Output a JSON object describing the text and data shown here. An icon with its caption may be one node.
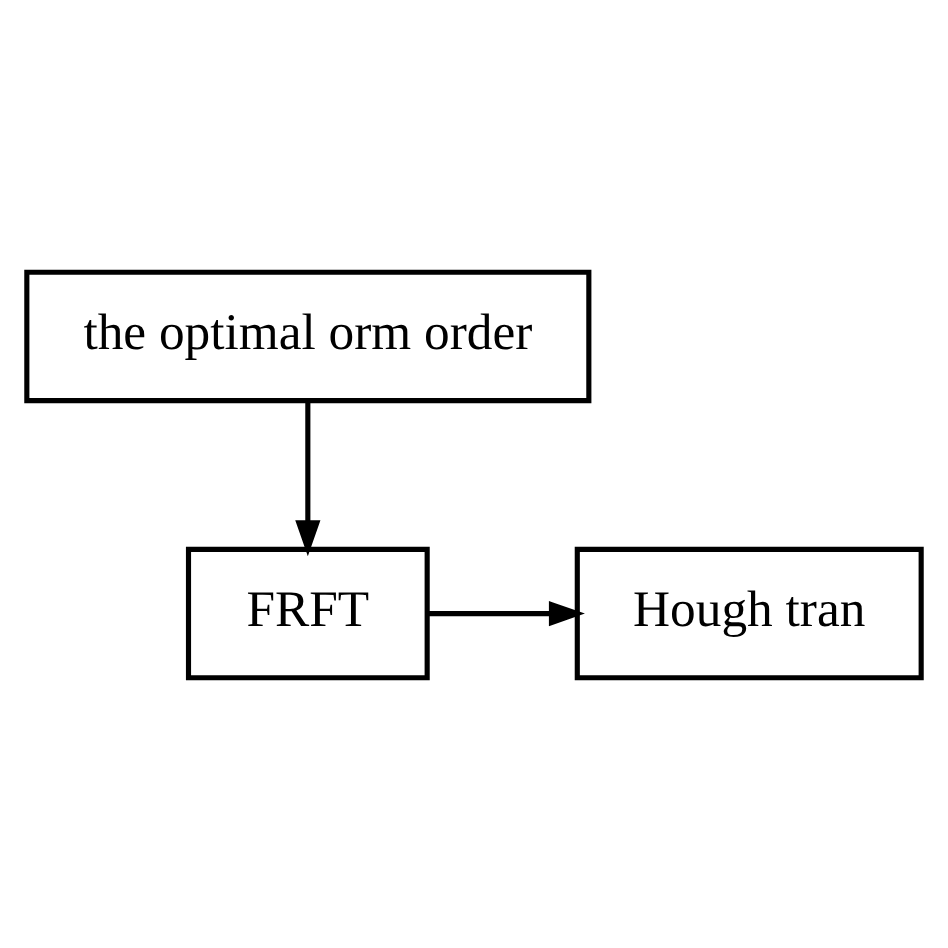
{
  "diagram": {
    "nodes": [
      {
        "text": [
          "the optimal orm order"
        ]
      },
      {
        "text": [
          "FRFT"
        ]
      },
      {
        "text": [
          "Hough tran"
        ]
      }
    ],
    "edges": [
      {
        "from": 0,
        "to": 1,
        "arrow": "to"
      },
      {
        "from": 1,
        "to": 2,
        "arrow": "to"
      }
    ]
  }
}
